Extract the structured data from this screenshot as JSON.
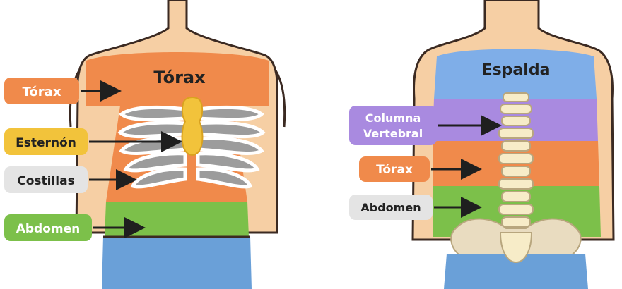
{
  "front": {
    "title": "Tórax",
    "labels": {
      "torax": "Tórax",
      "esternon": "Esternón",
      "costillas": "Costillas",
      "abdomen": "Abdomen"
    }
  },
  "back": {
    "title": "Espalda",
    "labels": {
      "columna_line1": "Columna",
      "columna_line2": "Vertebral",
      "torax": "Tórax",
      "abdomen": "Abdomen"
    }
  },
  "colors": {
    "skin": "#f6cfa4",
    "skin_line": "#3b2a22",
    "torax": "#f08a4b",
    "esternon": "#f2c33b",
    "costillas_tag": "#e4e4e4",
    "abdomen": "#7cc04a",
    "pants": "#6aa0d8",
    "espalda": "#7faee8",
    "columna": "#a98ae0",
    "bone": "#f7ecc8",
    "rib_gray": "#9c9c9c",
    "tag_text_light": "#ffffff",
    "tag_text_dark": "#222222"
  }
}
